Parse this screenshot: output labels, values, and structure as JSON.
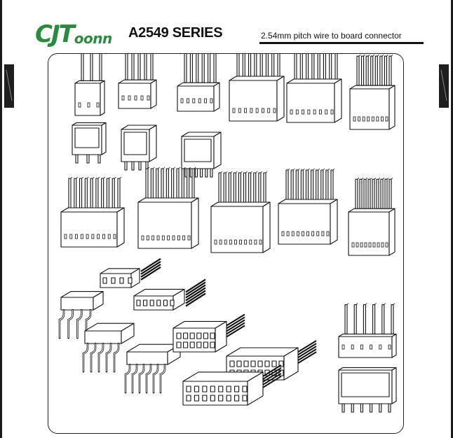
{
  "header": {
    "brand": {
      "big": "CJT",
      "small": "oonn"
    },
    "series_title": "A2549 SERIES",
    "subtitle": "2.54mm pitch wire to board connector"
  },
  "drawing": {
    "content": "connector product line-art illustrations",
    "rows": [
      {
        "parts": [
          "housing-3pin",
          "housing-5pin",
          "housing-6pin",
          "housing-8pin",
          "housing-8pin-b",
          "housing-8pin-c"
        ]
      },
      {
        "parts": [
          "header-3pin",
          "header-4pin-angled",
          "header-6pin-angled"
        ]
      },
      {
        "parts": [
          "housing-10pin",
          "housing-10pin-b",
          "housing-10pin-c",
          "housing-10pin-d",
          "housing-10pin-e"
        ]
      },
      {
        "parts": [
          "right-angle-4pin",
          "plug-4pin",
          "right-angle-5pin",
          "plug-6pin",
          "right-angle-8pin",
          "dual-row-plug",
          "dual-row-plug-b",
          "dual-row-header",
          "vertical-header-6pin",
          "vertical-header-6pin-b"
        ]
      }
    ]
  }
}
